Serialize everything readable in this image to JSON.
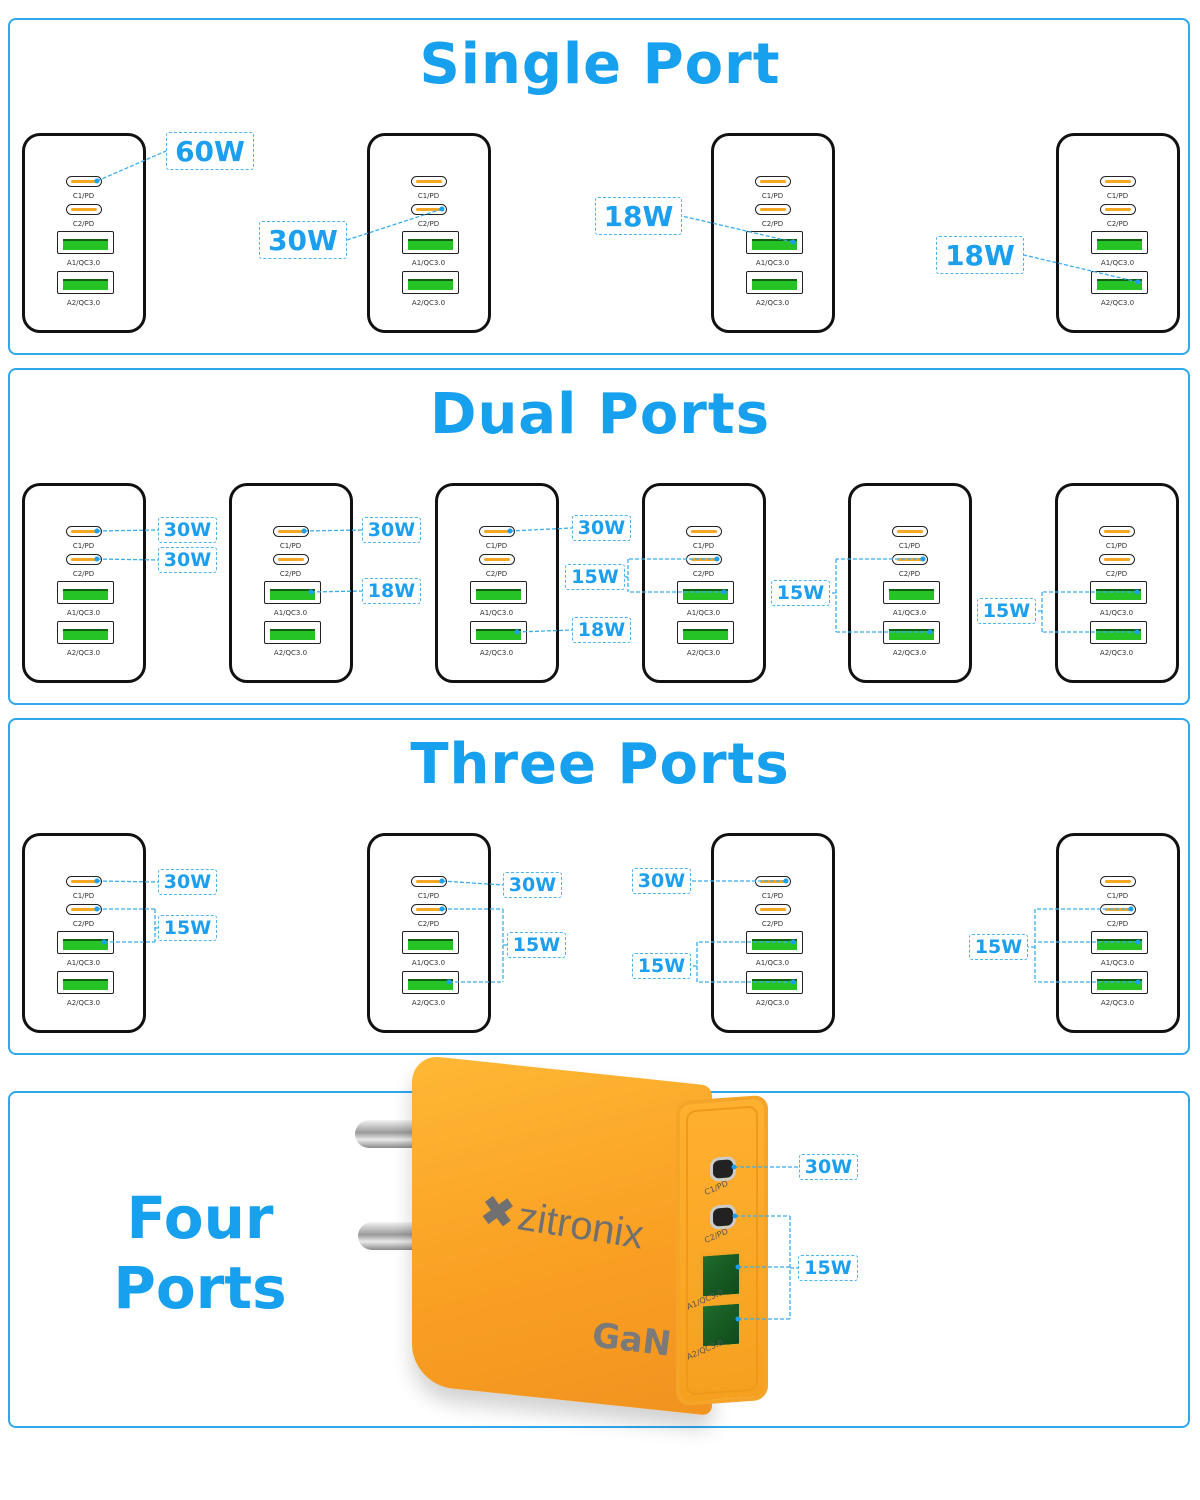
{
  "port_labels": {
    "c1": "C1/PD",
    "c2": "C2/PD",
    "a1": "A1/QC3.0",
    "a2": "A2/QC3.0"
  },
  "sections": [
    {
      "title": "Single Port",
      "configs": [
        {
          "labels": [
            "60W"
          ]
        },
        {
          "labels": [
            "30W"
          ]
        },
        {
          "labels": [
            "18W"
          ]
        },
        {
          "labels": [
            "18W"
          ]
        }
      ]
    },
    {
      "title": "Dual Ports",
      "configs": [
        {
          "labels": [
            "30W",
            "30W"
          ]
        },
        {
          "labels": [
            "30W",
            "18W"
          ]
        },
        {
          "labels": [
            "30W",
            "18W"
          ]
        },
        {
          "labels": [
            "15W"
          ]
        },
        {
          "labels": [
            "15W"
          ]
        },
        {
          "labels": [
            "15W"
          ]
        }
      ]
    },
    {
      "title": "Three Ports",
      "configs": [
        {
          "labels": [
            "30W",
            "15W"
          ]
        },
        {
          "labels": [
            "30W",
            "15W"
          ]
        },
        {
          "labels": [
            "30W",
            "15W"
          ]
        },
        {
          "labels": [
            "15W"
          ]
        }
      ]
    }
  ],
  "four_ports": {
    "title_line1": "Four",
    "title_line2": "Ports",
    "labels": [
      "30W",
      "15W"
    ],
    "brand": "zitronix",
    "gan": "GaN"
  },
  "colors": {
    "accent": "#16a0ee",
    "usb_c": "#f5a623",
    "usb_a": "#25c325",
    "charger_body": "#f9a52c"
  }
}
